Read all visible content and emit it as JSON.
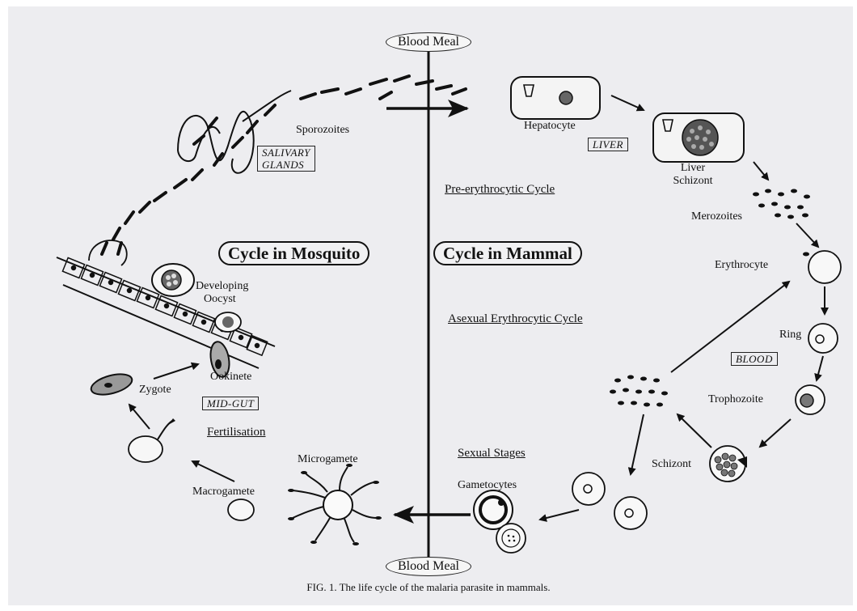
{
  "diagram": {
    "top_label": "Blood Meal",
    "bottom_label": "Blood Meal",
    "left_title": "Cycle in Mosquito",
    "right_title": "Cycle in Mammal",
    "caption": "FIG. 1. The life cycle of the malaria parasite in mammals.",
    "mosquito": {
      "sporozoites": "Sporozoites",
      "salivary_glands_1": "SALIVARY",
      "salivary_glands_2": "GLANDS",
      "developing_oocyst_1": "Developing",
      "developing_oocyst_2": "Oocyst",
      "ookinete": "Ookinete",
      "zygote": "Zygote",
      "mid_gut": "MID-GUT",
      "fertilisation": "Fertilisation",
      "microgamete": "Microgamete",
      "macrogamete": "Macrogamete"
    },
    "mammal": {
      "hepatocyte": "Hepatocyte",
      "liver": "LIVER",
      "liver_schizont_1": "Liver",
      "liver_schizont_2": "Schizont",
      "pre_erythrocytic": "Pre-erythrocytic Cycle",
      "merozoites": "Merozoites",
      "erythrocyte": "Erythrocyte",
      "asexual": "Asexual Erythrocytic Cycle",
      "ring": "Ring",
      "blood": "BLOOD",
      "trophozoite": "Trophozoite",
      "schizont": "Schizont",
      "sexual_stages": "Sexual Stages",
      "gametocytes": "Gametocytes"
    }
  }
}
